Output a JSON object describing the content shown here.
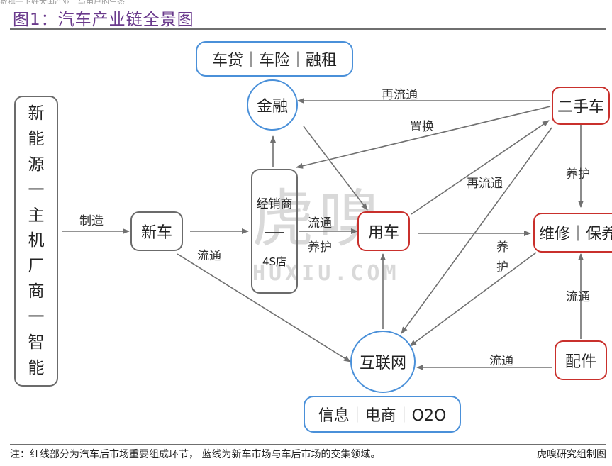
{
  "header": {
    "top_strip": "数据一下好大国产业二与用户的生态",
    "title": "图1：汽车产业链全景图"
  },
  "nodes": {
    "oem_chars": [
      "新",
      "能",
      "源",
      "一",
      "主",
      "机",
      "厂",
      "商",
      "一",
      "智",
      "能"
    ],
    "new_car": "新车",
    "dealer_top": "经销商",
    "dealer_bottom": "4S店",
    "finance": "金融",
    "finance_group": "车贷｜车险｜融租",
    "use_car": "用车",
    "used_car": "二手车",
    "repair": "维修｜保养",
    "parts": "配件",
    "internet": "互联网",
    "internet_group": "信息｜电商｜O2O"
  },
  "edges": {
    "make": "制造",
    "circulate_new": "流通",
    "circulate_dealer": "流通",
    "maintain_dealer": "养护",
    "recirculate_top": "再流通",
    "replace": "置换",
    "recirculate_mid": "再流通",
    "maintain_used": "养护",
    "maintain_use_1": "养",
    "maintain_use_2": "护",
    "circulate_parts_up": "流通",
    "circulate_parts_left": "流通"
  },
  "watermark": {
    "big": "虎嗅",
    "small": "HUXIU.COM"
  },
  "footer": {
    "note": "注：红线部分为汽车后市场重要组成环节，  蓝线为新车市场与车后市场的交集领域。",
    "credit": "虎嗅研究组制图"
  },
  "colors": {
    "title": "#6a3a8c",
    "red_border": "#c9302c",
    "blue_border": "#4a90d9",
    "gray_border": "#6b6b6b",
    "arrow": "#707070"
  }
}
